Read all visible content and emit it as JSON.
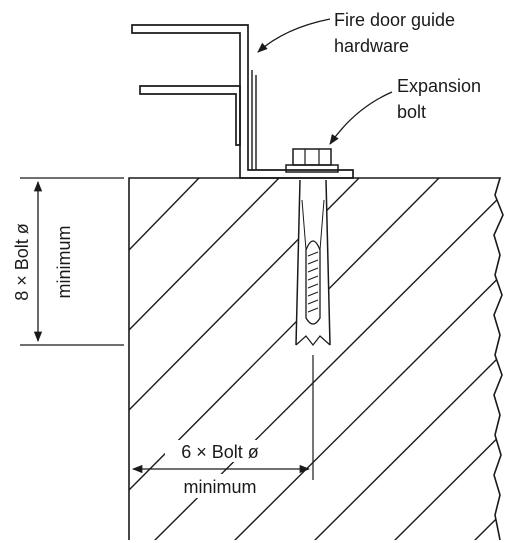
{
  "labels": {
    "hardware_line1": "Fire door guide",
    "hardware_line2": "hardware",
    "bolt_line1": "Expansion",
    "bolt_line2": "bolt",
    "edge_dist_line1": "8 × Bolt ø",
    "edge_dist_line2": "minimum",
    "spacing_line1": "6 × Bolt ø",
    "spacing_line2": "minimum"
  },
  "colors": {
    "ink": "#1a1a1a",
    "background": "#ffffff"
  }
}
